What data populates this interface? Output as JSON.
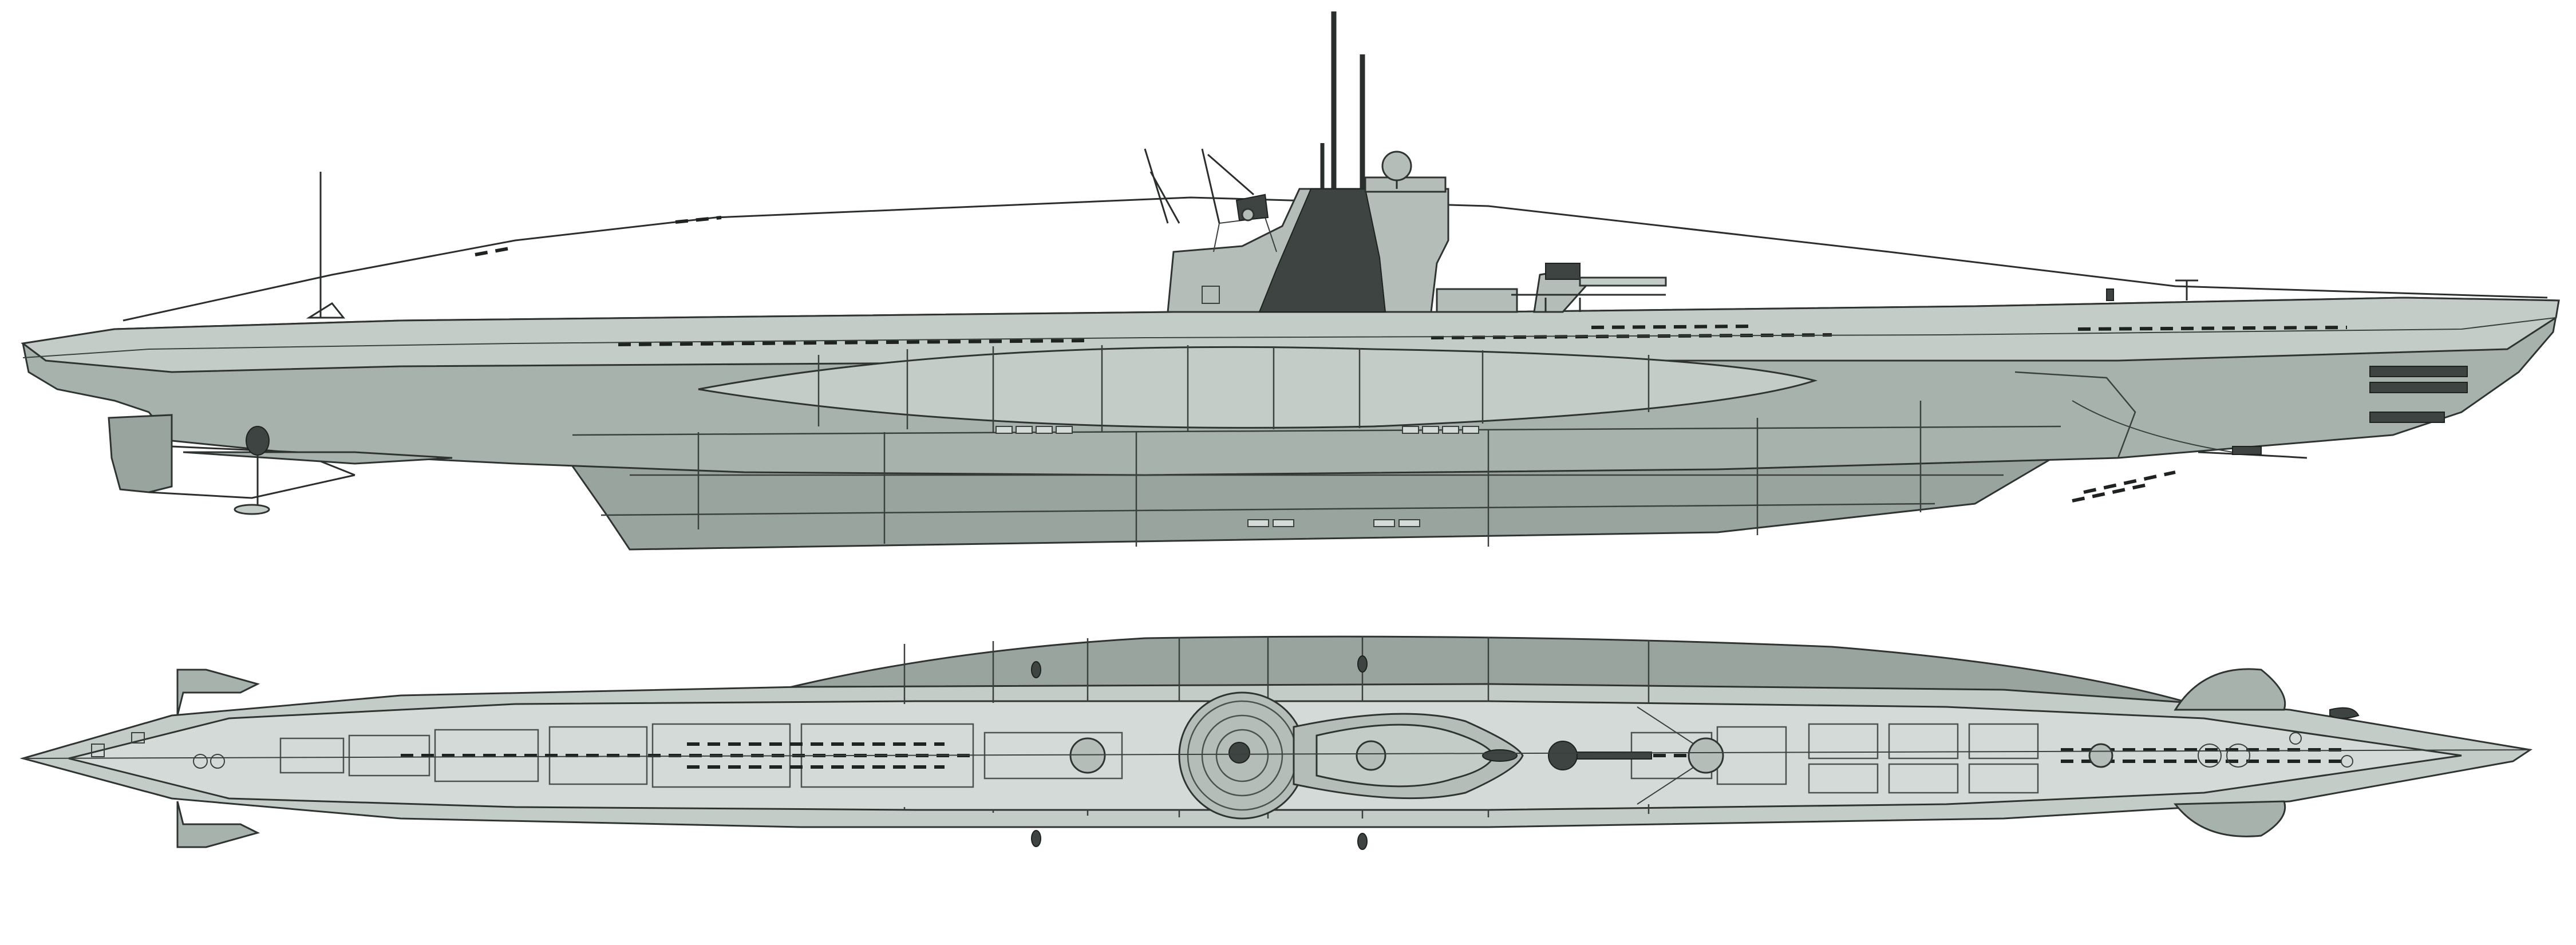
{
  "drawing": {
    "views": [
      {
        "id": "side-profile"
      },
      {
        "id": "top-plan"
      }
    ],
    "colors": {
      "background": "#ffffff",
      "hull": "#a8b2ad",
      "hull_light": "#c4ccc8",
      "deck": "#d4dad7",
      "conning_tower_dark": "#3d4441",
      "outline": "#2f3432"
    },
    "icons": [
      "submarine-side-profile",
      "submarine-top-plan"
    ]
  }
}
